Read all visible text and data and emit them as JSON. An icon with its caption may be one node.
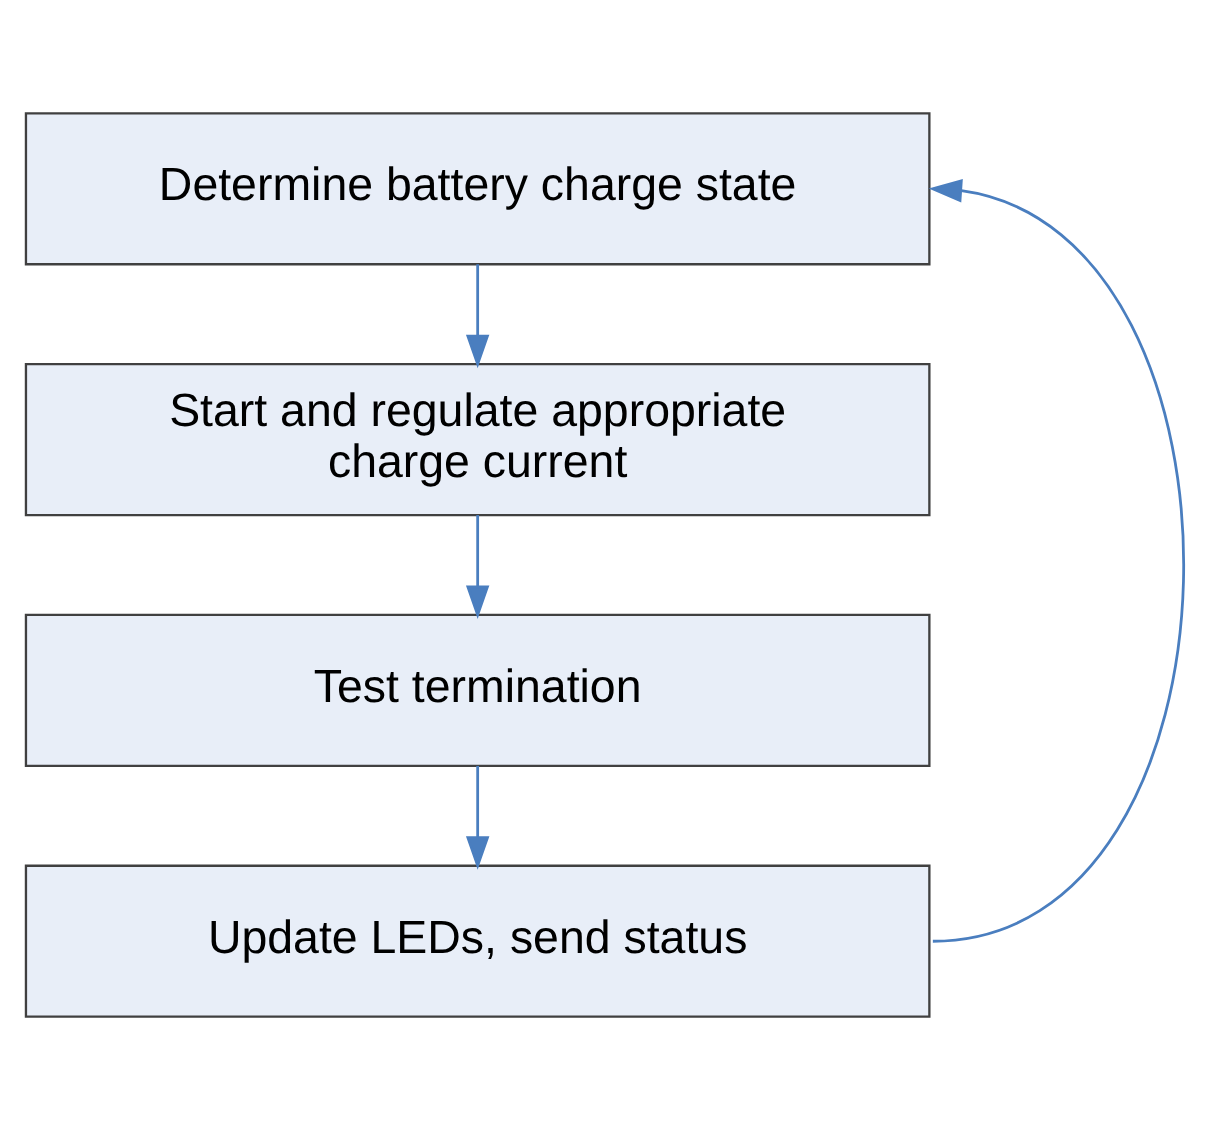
{
  "diagram": {
    "nodes": [
      {
        "text": [
          "Determine battery charge state"
        ]
      },
      {
        "text": [
          "Start and regulate appropriate charge current"
        ]
      },
      {
        "text": [
          "Test termination"
        ]
      },
      {
        "text": [
          "Update LEDs, send status"
        ]
      }
    ],
    "edges": [
      {
        "from": 0,
        "to": 1,
        "arrow": "to"
      },
      {
        "from": 1,
        "to": 2,
        "arrow": "to"
      },
      {
        "from": 2,
        "to": 3,
        "arrow": "to"
      },
      {
        "from": 3,
        "to": 0,
        "arrow": "to"
      }
    ]
  }
}
